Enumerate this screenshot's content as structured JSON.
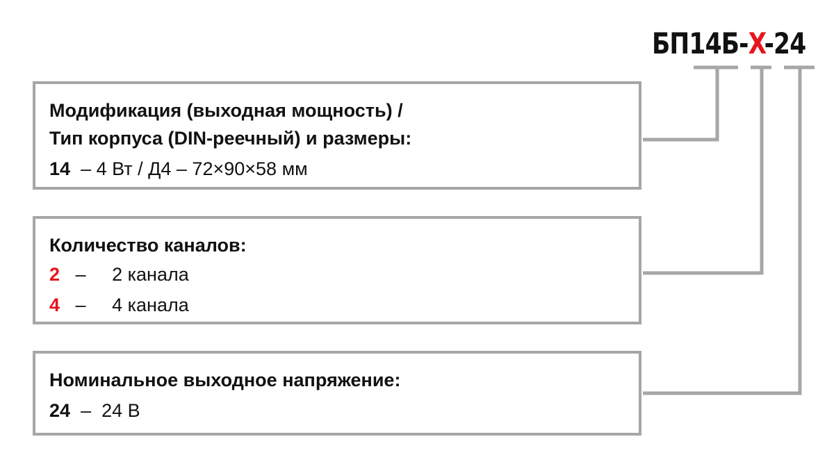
{
  "diagram": {
    "title": "Product code structure",
    "code": {
      "prefix": "БП14Б",
      "sep1": "-",
      "variable": "X",
      "sep2": "-",
      "suffix": "24"
    },
    "colors": {
      "accent": "#e8141c",
      "connector": "#a6a6a6",
      "text": "#111111"
    },
    "boxes": [
      {
        "heading_line1": "Модификация (выходная мощность) /",
        "heading_line2": "Тип корпуса (DIN-реечный) и размеры:",
        "options": [
          {
            "code": "14",
            "dash": "–",
            "desc": "4 Вт / Д4 – 72×90×58 мм"
          }
        ]
      },
      {
        "heading": "Количество каналов:",
        "options": [
          {
            "code": "2",
            "dash": "–",
            "desc": "2 канала"
          },
          {
            "code": "4",
            "dash": "–",
            "desc": "4 канала"
          }
        ]
      },
      {
        "heading": "Номинальное выходное напряжение:",
        "options": [
          {
            "code": "24",
            "dash": "–",
            "desc": "24 В"
          }
        ]
      }
    ]
  }
}
